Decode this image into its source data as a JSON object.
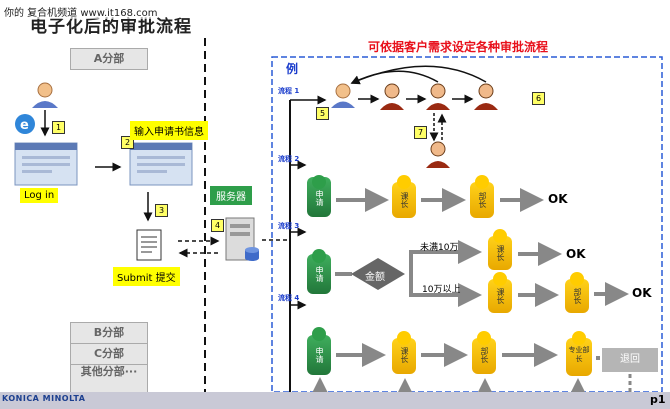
{
  "watermark": "你的 复合机频道 www.it168.com",
  "title": "电子化后的审批流程",
  "branches": {
    "a": "A分部",
    "b": "B分部",
    "c": "C分部",
    "other": "其他分部···"
  },
  "labels": {
    "login": "Log in",
    "input": "输入申请书信息",
    "submit": "Submit 提交",
    "server": "服务器",
    "heading": "可依据客户需求设定各种审批流程",
    "example": "例",
    "return": "退回",
    "page": "p1"
  },
  "nums": [
    "1",
    "2",
    "3",
    "4",
    "5",
    "6",
    "7"
  ],
  "flows": [
    "流程 1",
    "流程 2",
    "流程 3",
    "流程 4"
  ],
  "roles": {
    "apply": "申请",
    "section": "课长",
    "dept": "部长",
    "exec": "专业部长"
  },
  "ok": "OK",
  "conditions": {
    "diamond": "金额",
    "under": "未满10万",
    "over": "10万以上"
  },
  "brand": "KONICA MINOLTA"
}
